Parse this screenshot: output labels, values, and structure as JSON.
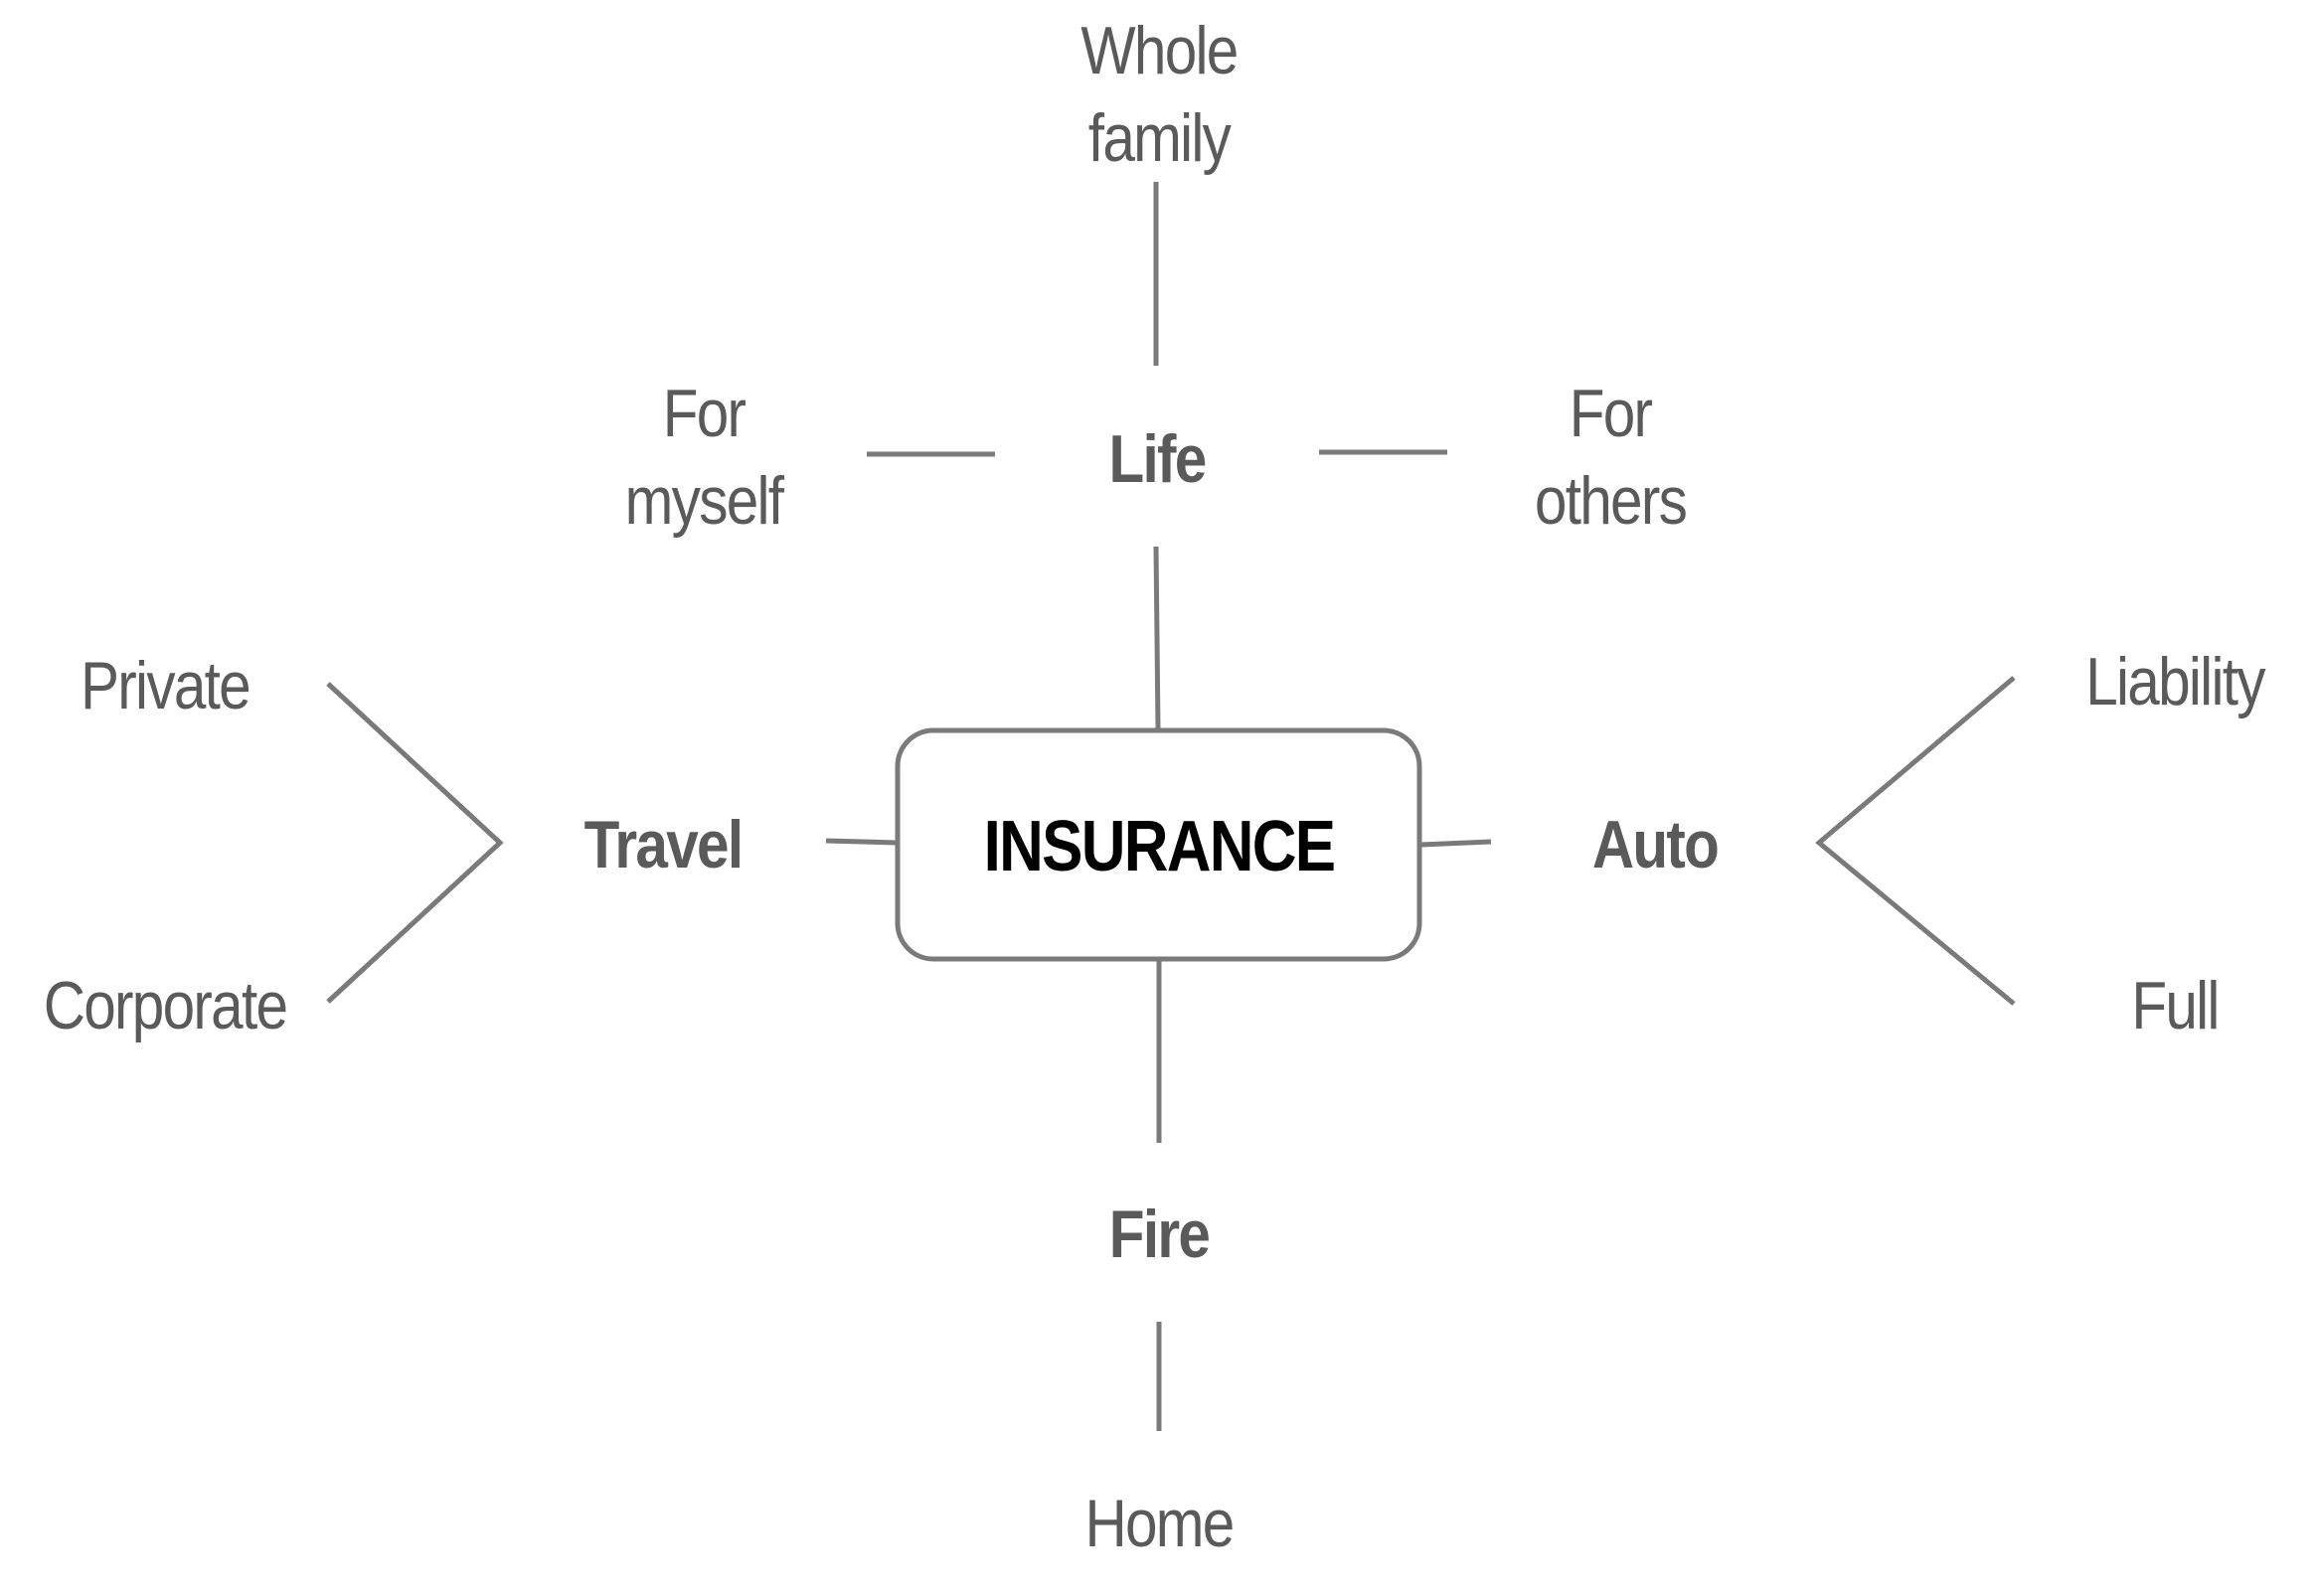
{
  "root": {
    "label": "INSURANCE"
  },
  "branches": {
    "life": {
      "label": "Life"
    },
    "travel": {
      "label": "Travel"
    },
    "auto": {
      "label": "Auto"
    },
    "fire": {
      "label": "Fire"
    }
  },
  "leaves": {
    "whole_family": {
      "label": "Whole\nfamily"
    },
    "for_myself": {
      "label": "For\nmyself"
    },
    "for_others": {
      "label": "For\nothers"
    },
    "private": {
      "label": "Private"
    },
    "corporate": {
      "label": "Corporate"
    },
    "liability": {
      "label": "Liability"
    },
    "full": {
      "label": "Full"
    },
    "home": {
      "label": "Home"
    }
  },
  "colors": {
    "line": "#7a7a7a",
    "text": "#5a5a5a",
    "root_text": "#000000"
  }
}
